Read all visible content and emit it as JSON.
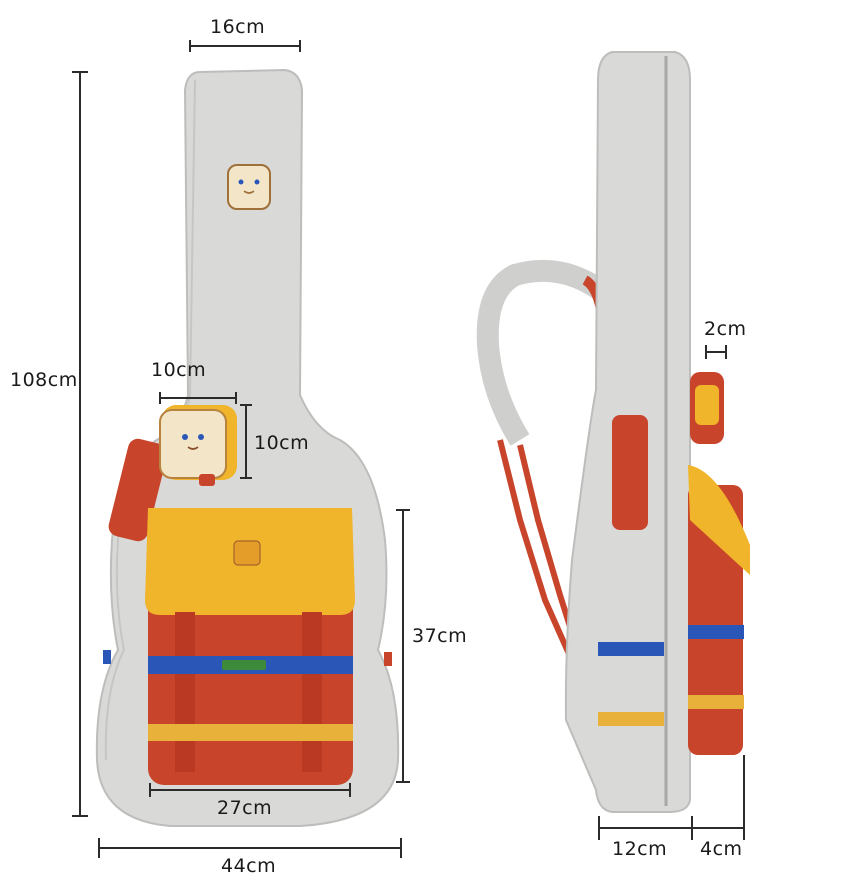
{
  "dimensions": {
    "top_width": "16cm",
    "total_length": "108cm",
    "pouch_width": "10cm",
    "pouch_height": "10cm",
    "pocket_height": "37cm",
    "pocket_width": "27cm",
    "body_width": "44cm",
    "pouch_depth": "2cm",
    "body_depth": "12cm",
    "pocket_depth": "4cm"
  },
  "colors": {
    "bag_gray": "#d9d9d7",
    "bag_gray_dark": "#bdbdbb",
    "pocket_orange": "#c8452b",
    "flap_yellow": "#f0b52a",
    "strap_blue": "#2a56b8",
    "strap_yellow": "#e7b13a",
    "bread": "#f3e6c8",
    "dim_line": "#2b2b2b"
  },
  "icons": [
    "bread-face-icon",
    "bread-pouch-icon"
  ]
}
